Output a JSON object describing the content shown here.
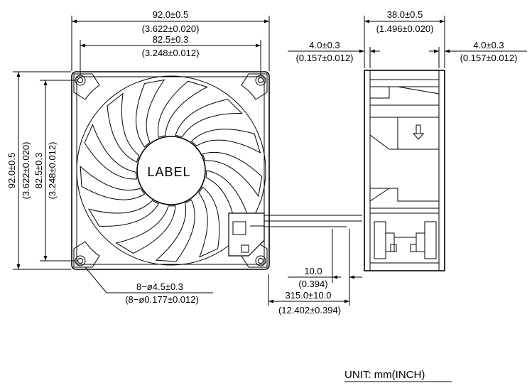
{
  "front_view": {
    "width_overall": "92.0±0.5",
    "width_overall_inch": "(3.622±0.020)",
    "hole_spacing": "82.5±0.3",
    "hole_spacing_inch": "(3.248±0.012)",
    "height_overall": "92.0±0.5",
    "height_overall_inch": "(3.622±0.020)",
    "hole_spacing_v": "82.5±0.3",
    "hole_spacing_v_inch": "(3.248±0.012)",
    "label_text": "LABEL",
    "holes": "8−ø4.5±0.3",
    "holes_inch": "(8−ø0.177±0.012)"
  },
  "side_view": {
    "depth": "38.0±0.5",
    "depth_inch": "(1.496±0.020)",
    "flange_left": "4.0±0.3",
    "flange_left_inch": "(0.157±0.012)",
    "flange_right": "4.0±0.3",
    "flange_right_inch": "(0.157±0.012)"
  },
  "lead_wire": {
    "strip": "10.0",
    "strip_inch": "(0.394)",
    "length": "315.0±10.0",
    "length_inch": "(12.402±0.394)"
  },
  "unit_note": "UNIT:  mm(INCH)"
}
